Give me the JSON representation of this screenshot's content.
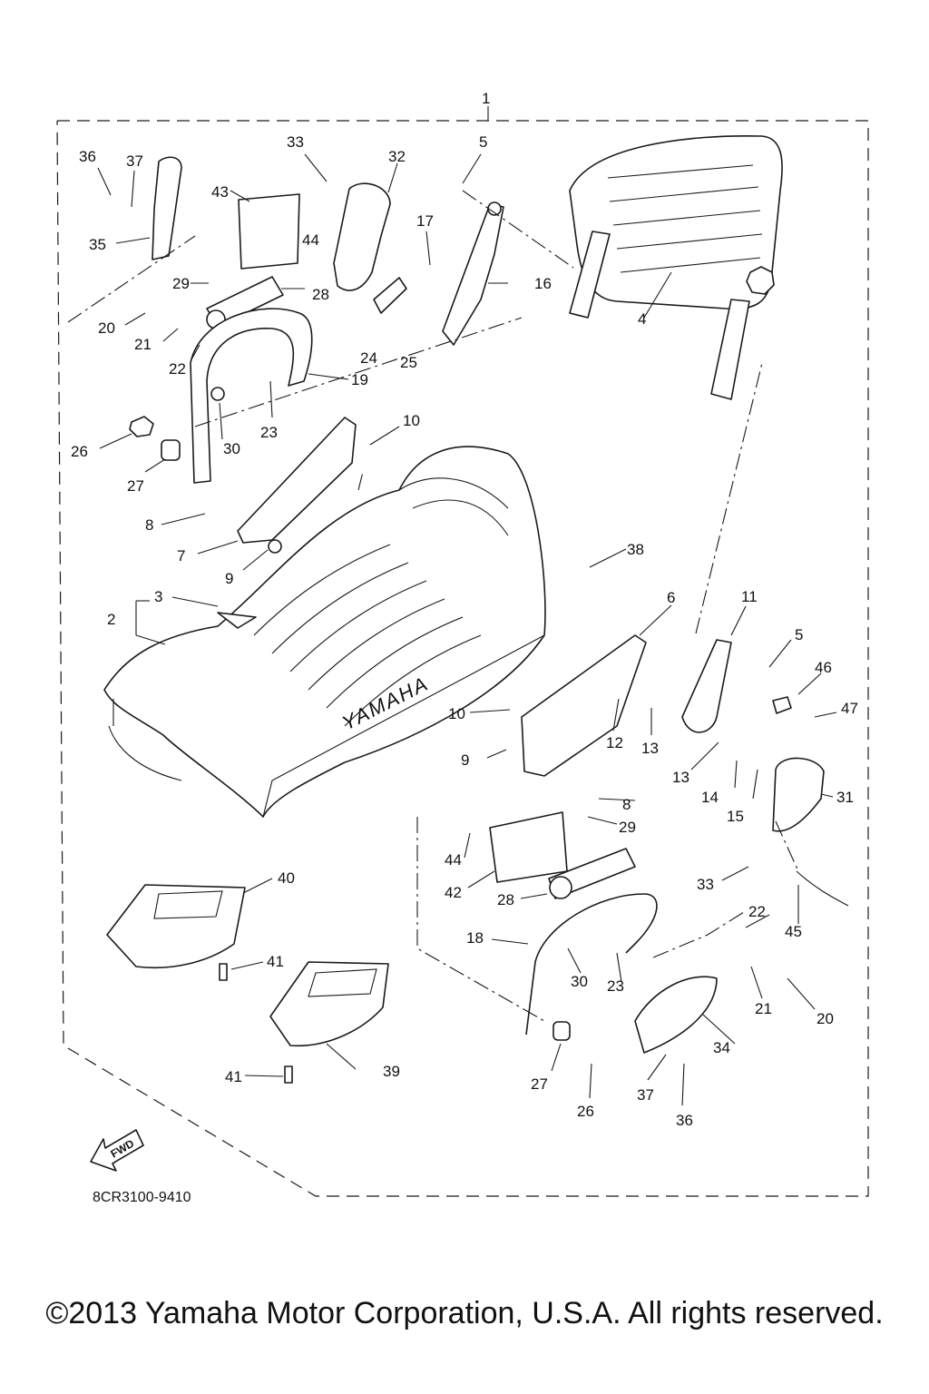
{
  "diagram_code": "8CR3100-9410",
  "fwd_label": "FWD",
  "copyright": "©2013 Yamaha Motor Corporation, U.S.A. All rights reserved.",
  "seat_brand": "YAMAHA",
  "callouts": [
    {
      "id": "c1",
      "n": "1"
    },
    {
      "id": "c2",
      "n": "2"
    },
    {
      "id": "c3",
      "n": "3"
    },
    {
      "id": "c4",
      "n": "4"
    },
    {
      "id": "c5a",
      "n": "5"
    },
    {
      "id": "c5b",
      "n": "5"
    },
    {
      "id": "c6",
      "n": "6"
    },
    {
      "id": "c7",
      "n": "7"
    },
    {
      "id": "c8a",
      "n": "8"
    },
    {
      "id": "c8b",
      "n": "8"
    },
    {
      "id": "c9a",
      "n": "9"
    },
    {
      "id": "c9b",
      "n": "9"
    },
    {
      "id": "c10a",
      "n": "10"
    },
    {
      "id": "c10b",
      "n": "10"
    },
    {
      "id": "c11",
      "n": "11"
    },
    {
      "id": "c12",
      "n": "12"
    },
    {
      "id": "c13a",
      "n": "13"
    },
    {
      "id": "c13b",
      "n": "13"
    },
    {
      "id": "c14",
      "n": "14"
    },
    {
      "id": "c15",
      "n": "15"
    },
    {
      "id": "c16",
      "n": "16"
    },
    {
      "id": "c17",
      "n": "17"
    },
    {
      "id": "c18",
      "n": "18"
    },
    {
      "id": "c19",
      "n": "19"
    },
    {
      "id": "c20a",
      "n": "20"
    },
    {
      "id": "c20b",
      "n": "20"
    },
    {
      "id": "c21a",
      "n": "21"
    },
    {
      "id": "c21b",
      "n": "21"
    },
    {
      "id": "c22a",
      "n": "22"
    },
    {
      "id": "c22b",
      "n": "22"
    },
    {
      "id": "c23a",
      "n": "23"
    },
    {
      "id": "c23b",
      "n": "23"
    },
    {
      "id": "c24",
      "n": "24"
    },
    {
      "id": "c25",
      "n": "25"
    },
    {
      "id": "c26a",
      "n": "26"
    },
    {
      "id": "c26b",
      "n": "26"
    },
    {
      "id": "c27a",
      "n": "27"
    },
    {
      "id": "c27b",
      "n": "27"
    },
    {
      "id": "c28a",
      "n": "28"
    },
    {
      "id": "c28b",
      "n": "28"
    },
    {
      "id": "c29a",
      "n": "29"
    },
    {
      "id": "c29b",
      "n": "29"
    },
    {
      "id": "c30a",
      "n": "30"
    },
    {
      "id": "c30b",
      "n": "30"
    },
    {
      "id": "c31",
      "n": "31"
    },
    {
      "id": "c32",
      "n": "32"
    },
    {
      "id": "c33a",
      "n": "33"
    },
    {
      "id": "c33b",
      "n": "33"
    },
    {
      "id": "c34",
      "n": "34"
    },
    {
      "id": "c35",
      "n": "35"
    },
    {
      "id": "c36a",
      "n": "36"
    },
    {
      "id": "c36b",
      "n": "36"
    },
    {
      "id": "c37a",
      "n": "37"
    },
    {
      "id": "c37b",
      "n": "37"
    },
    {
      "id": "c38",
      "n": "38"
    },
    {
      "id": "c39",
      "n": "39"
    },
    {
      "id": "c40",
      "n": "40"
    },
    {
      "id": "c41a",
      "n": "41"
    },
    {
      "id": "c41b",
      "n": "41"
    },
    {
      "id": "c42",
      "n": "42"
    },
    {
      "id": "c43",
      "n": "43"
    },
    {
      "id": "c44a",
      "n": "44"
    },
    {
      "id": "c44b",
      "n": "44"
    },
    {
      "id": "c45",
      "n": "45"
    },
    {
      "id": "c46",
      "n": "46"
    },
    {
      "id": "c47",
      "n": "47"
    }
  ]
}
